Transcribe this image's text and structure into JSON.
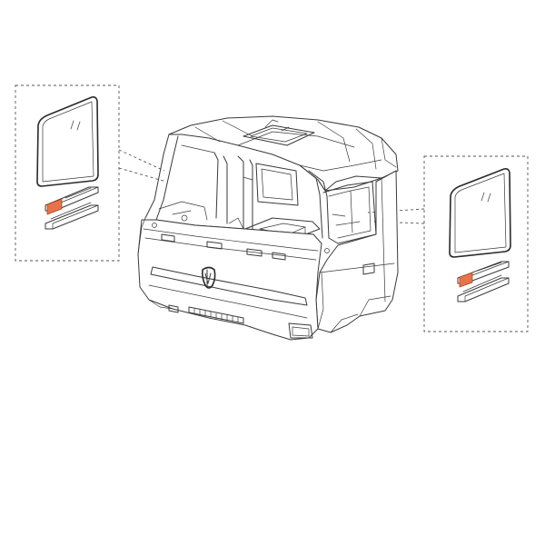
{
  "figure": {
    "type": "exploded-parts-diagram",
    "colors": {
      "line": "#3a3a3a",
      "highlight_part": "#e8734a",
      "background": "#ffffff",
      "callout_border": "#555555"
    },
    "callouts": [
      {
        "side": "left",
        "parts": [
          "door-glass",
          "glass-channel-highlighted",
          "glass-channel"
        ]
      },
      {
        "side": "right",
        "parts": [
          "door-glass",
          "glass-channel-highlighted",
          "glass-channel"
        ]
      }
    ]
  }
}
